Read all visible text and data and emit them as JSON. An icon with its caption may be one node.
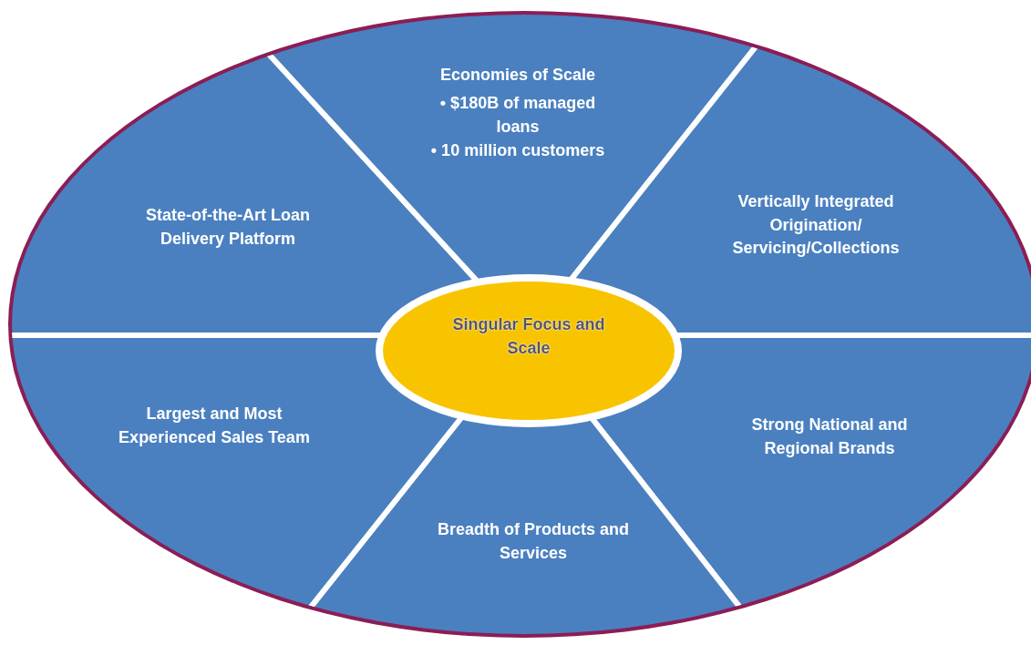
{
  "diagram": {
    "nodes": [
      {
        "text": [
          "Economies of Scale",
          "• $180B of managed loans",
          "• 10 million customers"
        ]
      },
      {
        "text": [
          "State-of-the-Art Loan Delivery Platform"
        ]
      },
      {
        "text": [
          "Vertically Integrated Origination/ Servicing/Collections"
        ]
      },
      {
        "text": [
          "Singular Focus and Scale"
        ]
      },
      {
        "text": [
          "Largest and Most Experienced Sales Team"
        ]
      },
      {
        "text": [
          "Strong National and Regional Brands"
        ]
      },
      {
        "text": [
          "Breadth of Products and Services"
        ]
      }
    ]
  }
}
